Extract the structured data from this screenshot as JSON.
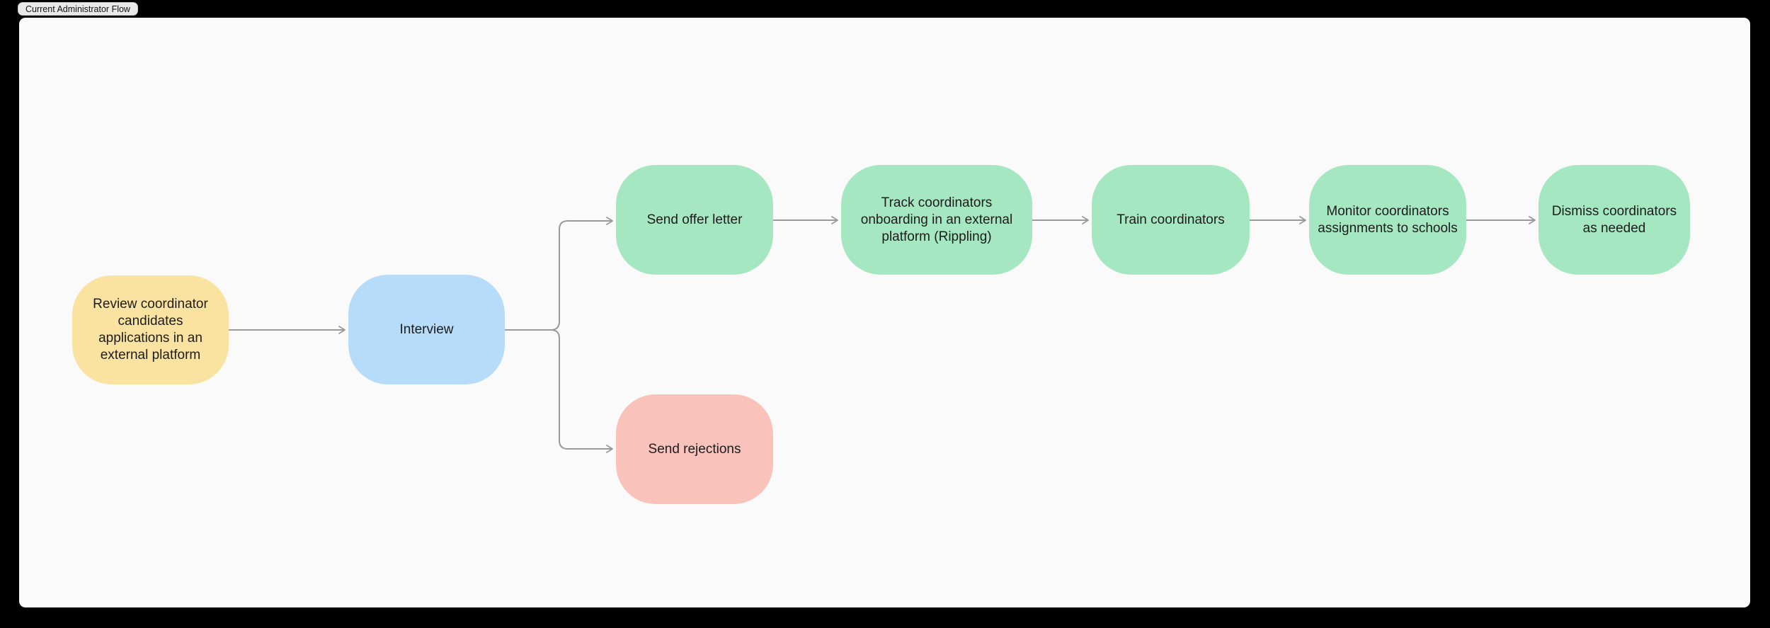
{
  "header": {
    "flow_label": "Current Administrator Flow"
  },
  "colors": {
    "background": "#000000",
    "canvas": "#FAFAFA",
    "node_text": "#1C1C1E",
    "connector": "#9A9A9A",
    "yellow": "#FAE3A0",
    "blue": "#B6DCFA",
    "green": "#A5E7C0",
    "pink": "#F9C3BC",
    "button_bg": "#E9E9E9",
    "button_border": "#C7C7C7",
    "button_text": "#111111"
  },
  "diagram": {
    "nodes": [
      {
        "id": "review",
        "label": "Review coordinator candidates applications in an external platform",
        "color": "yellow"
      },
      {
        "id": "interview",
        "label": "Interview",
        "color": "blue"
      },
      {
        "id": "send-offer-letter",
        "label": "Send offer letter",
        "color": "green"
      },
      {
        "id": "track-onboarding",
        "label": "Track coordinators onboarding in an external platform (Rippling)",
        "color": "green"
      },
      {
        "id": "train",
        "label": "Train coordinators",
        "color": "green"
      },
      {
        "id": "monitor",
        "label": "Monitor coordinators assignments to schools",
        "color": "green"
      },
      {
        "id": "dismiss",
        "label": "Dismiss coordinators as needed",
        "color": "green"
      },
      {
        "id": "send-rejections",
        "label": "Send rejections",
        "color": "pink"
      }
    ],
    "edges": [
      {
        "from": "review",
        "to": "interview"
      },
      {
        "from": "interview",
        "to": "send-offer-letter"
      },
      {
        "from": "interview",
        "to": "send-rejections"
      },
      {
        "from": "send-offer-letter",
        "to": "track-onboarding"
      },
      {
        "from": "track-onboarding",
        "to": "train"
      },
      {
        "from": "train",
        "to": "monitor"
      },
      {
        "from": "monitor",
        "to": "dismiss"
      }
    ]
  }
}
